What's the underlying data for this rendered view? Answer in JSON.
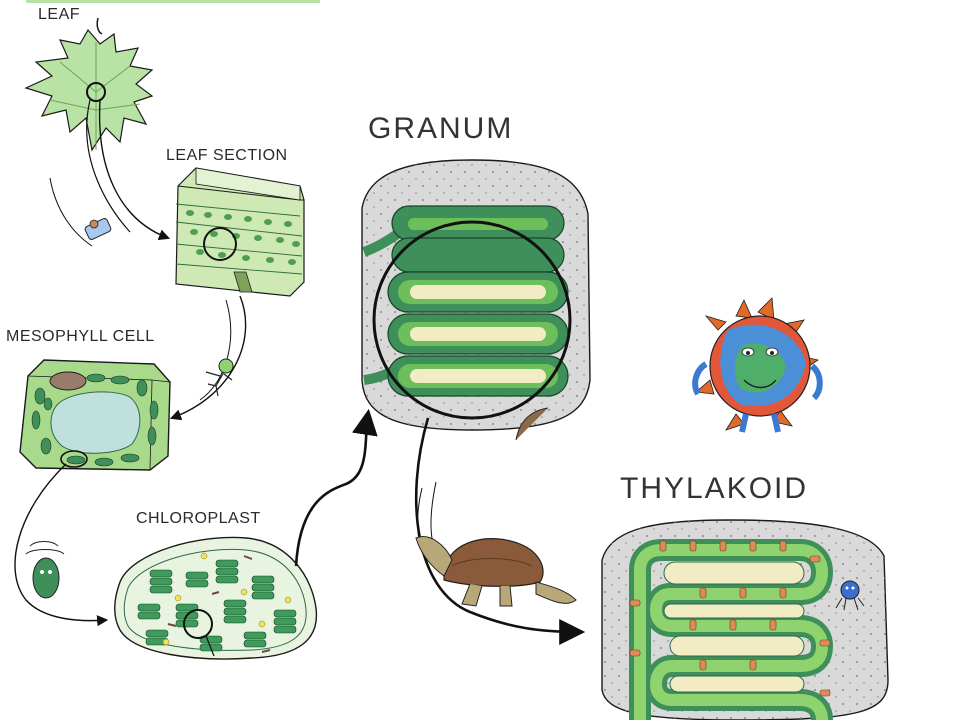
{
  "labels": {
    "leaf": "LEAF",
    "leaf_section": "LEAF SECTION",
    "mesophyll_cell": "MESOPHYLL CELL",
    "chloroplast": "CHLOROPLAST",
    "granum": "GRANUM",
    "thylakoid": "THYLAKOID"
  },
  "colors": {
    "leaf_green": "#b9e3a4",
    "cell_green": "#8fcf6e",
    "dark_green": "#3f8f5b",
    "membrane_green": "#6cbf5a",
    "lumen_cream": "#f2ecc4",
    "stroma_gray": "#d9d9d9",
    "vacuole_blue": "#bfe0dc",
    "outline": "#1a1a1a"
  }
}
